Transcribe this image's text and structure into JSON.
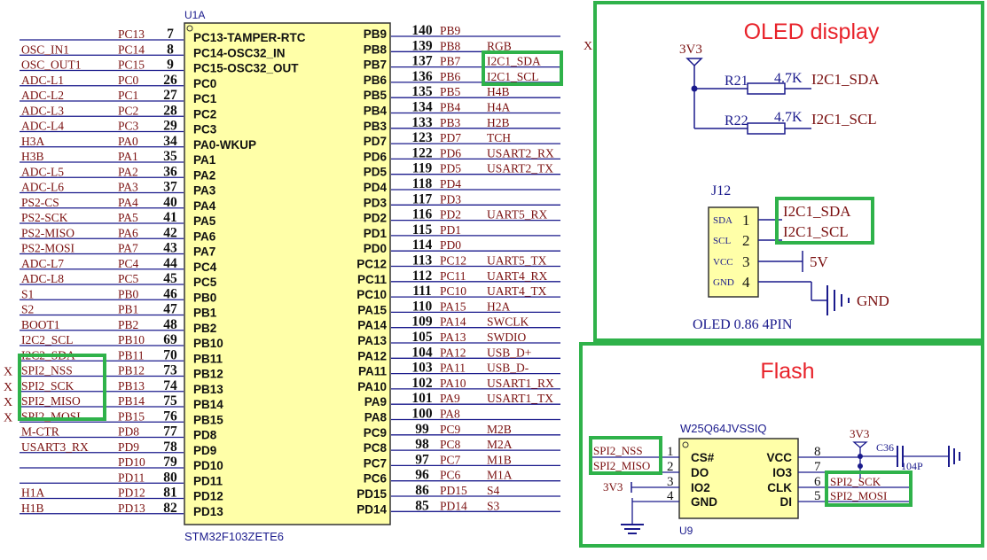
{
  "mcu": {
    "refdes": "U1A",
    "part": "STM32F103ZETE6",
    "left_pins": [
      {
        "net": "",
        "pin": "PC13",
        "num": "7",
        "name": "PC13-TAMPER-RTC"
      },
      {
        "net": "OSC_IN1",
        "pin": "PC14",
        "num": "8",
        "name": "PC14-OSC32_IN"
      },
      {
        "net": "OSC_OUT1",
        "pin": "PC15",
        "num": "9",
        "name": "PC15-OSC32_OUT"
      },
      {
        "net": "ADC-L1",
        "pin": "PC0",
        "num": "26",
        "name": "PC0"
      },
      {
        "net": "ADC-L2",
        "pin": "PC1",
        "num": "27",
        "name": "PC1"
      },
      {
        "net": "ADC-L3",
        "pin": "PC2",
        "num": "28",
        "name": "PC2"
      },
      {
        "net": "ADC-L4",
        "pin": "PC3",
        "num": "29",
        "name": "PC3"
      },
      {
        "net": "H3A",
        "pin": "PA0",
        "num": "34",
        "name": "PA0-WKUP"
      },
      {
        "net": "H3B",
        "pin": "PA1",
        "num": "35",
        "name": "PA1"
      },
      {
        "net": "ADC-L5",
        "pin": "PA2",
        "num": "36",
        "name": "PA2"
      },
      {
        "net": "ADC-L6",
        "pin": "PA3",
        "num": "37",
        "name": "PA3"
      },
      {
        "net": "PS2-CS",
        "pin": "PA4",
        "num": "40",
        "name": "PA4"
      },
      {
        "net": "PS2-SCK",
        "pin": "PA5",
        "num": "41",
        "name": "PA5"
      },
      {
        "net": "PS2-MISO",
        "pin": "PA6",
        "num": "42",
        "name": "PA6"
      },
      {
        "net": "PS2-MOSI",
        "pin": "PA7",
        "num": "43",
        "name": "PA7"
      },
      {
        "net": "ADC-L7",
        "pin": "PC4",
        "num": "44",
        "name": "PC4"
      },
      {
        "net": "ADC-L8",
        "pin": "PC5",
        "num": "45",
        "name": "PC5"
      },
      {
        "net": "S1",
        "pin": "PB0",
        "num": "46",
        "name": "PB0"
      },
      {
        "net": "S2",
        "pin": "PB1",
        "num": "47",
        "name": "PB1"
      },
      {
        "net": "BOOT1",
        "pin": "PB2",
        "num": "48",
        "name": "PB2"
      },
      {
        "net": "I2C2_SCL",
        "pin": "PB10",
        "num": "69",
        "name": "PB10"
      },
      {
        "net": "I2C2_SDA",
        "pin": "PB11",
        "num": "70",
        "name": "PB11"
      },
      {
        "net": "SPI2_NSS",
        "pin": "PB12",
        "num": "73",
        "name": "PB12"
      },
      {
        "net": "SPI2_SCK",
        "pin": "PB13",
        "num": "74",
        "name": "PB13"
      },
      {
        "net": "SPI2_MISO",
        "pin": "PB14",
        "num": "75",
        "name": "PB14"
      },
      {
        "net": "SPI2_MOSI",
        "pin": "PB15",
        "num": "76",
        "name": "PB15"
      },
      {
        "net": "M-CTR",
        "pin": "PD8",
        "num": "77",
        "name": "PD8"
      },
      {
        "net": "USART3_RX",
        "pin": "PD9",
        "num": "78",
        "name": "PD9"
      },
      {
        "net": "",
        "pin": "PD10",
        "num": "79",
        "name": "PD10"
      },
      {
        "net": "",
        "pin": "PD11",
        "num": "80",
        "name": "PD11"
      },
      {
        "net": "H1A",
        "pin": "PD12",
        "num": "81",
        "name": "PD12"
      },
      {
        "net": "H1B",
        "pin": "PD13",
        "num": "82",
        "name": "PD13"
      }
    ],
    "right_pins": [
      {
        "name": "PB9",
        "num": "140",
        "pin": "PB9",
        "net": ""
      },
      {
        "name": "PB8",
        "num": "139",
        "pin": "PB8",
        "net": "RGB"
      },
      {
        "name": "PB7",
        "num": "137",
        "pin": "PB7",
        "net": "I2C1_SDA"
      },
      {
        "name": "PB6",
        "num": "136",
        "pin": "PB6",
        "net": "I2C1_SCL"
      },
      {
        "name": "PB5",
        "num": "135",
        "pin": "PB5",
        "net": "H4B"
      },
      {
        "name": "PB4",
        "num": "134",
        "pin": "PB4",
        "net": "H4A"
      },
      {
        "name": "PB3",
        "num": "133",
        "pin": "PB3",
        "net": "H2B"
      },
      {
        "name": "PD7",
        "num": "123",
        "pin": "PD7",
        "net": "TCH"
      },
      {
        "name": "PD6",
        "num": "122",
        "pin": "PD6",
        "net": "USART2_RX"
      },
      {
        "name": "PD5",
        "num": "119",
        "pin": "PD5",
        "net": "USART2_TX"
      },
      {
        "name": "PD4",
        "num": "118",
        "pin": "PD4",
        "net": ""
      },
      {
        "name": "PD3",
        "num": "117",
        "pin": "PD3",
        "net": ""
      },
      {
        "name": "PD2",
        "num": "116",
        "pin": "PD2",
        "net": "UART5_RX"
      },
      {
        "name": "PD1",
        "num": "115",
        "pin": "PD1",
        "net": ""
      },
      {
        "name": "PD0",
        "num": "114",
        "pin": "PD0",
        "net": ""
      },
      {
        "name": "PC12",
        "num": "113",
        "pin": "PC12",
        "net": "UART5_TX"
      },
      {
        "name": "PC11",
        "num": "112",
        "pin": "PC11",
        "net": "UART4_RX"
      },
      {
        "name": "PC10",
        "num": "111",
        "pin": "PC10",
        "net": "UART4_TX"
      },
      {
        "name": "PA15",
        "num": "110",
        "pin": "PA15",
        "net": "H2A"
      },
      {
        "name": "PA14",
        "num": "109",
        "pin": "PA14",
        "net": "SWCLK"
      },
      {
        "name": "PA13",
        "num": "105",
        "pin": "PA13",
        "net": "SWDIO"
      },
      {
        "name": "PA12",
        "num": "104",
        "pin": "PA12",
        "net": "USB_D+"
      },
      {
        "name": "PA11",
        "num": "103",
        "pin": "PA11",
        "net": "USB_D-"
      },
      {
        "name": "PA10",
        "num": "102",
        "pin": "PA10",
        "net": "USART1_RX"
      },
      {
        "name": "PA9",
        "num": "101",
        "pin": "PA9",
        "net": "USART1_TX"
      },
      {
        "name": "PA8",
        "num": "100",
        "pin": "PA8",
        "net": ""
      },
      {
        "name": "PC9",
        "num": "99",
        "pin": "PC9",
        "net": "M2B"
      },
      {
        "name": "PC8",
        "num": "98",
        "pin": "PC8",
        "net": "M2A"
      },
      {
        "name": "PC7",
        "num": "97",
        "pin": "PC7",
        "net": "M1B"
      },
      {
        "name": "PC6",
        "num": "96",
        "pin": "PC6",
        "net": "M1A"
      },
      {
        "name": "PD15",
        "num": "86",
        "pin": "PD15",
        "net": "S4"
      },
      {
        "name": "PD14",
        "num": "85",
        "pin": "PD14",
        "net": "S3"
      }
    ],
    "nc_mark": "X"
  },
  "oled": {
    "title": "OLED display",
    "supply": "3V3",
    "r21": {
      "ref": "R21",
      "value": "4.7K",
      "net": "I2C1_SDA"
    },
    "r22": {
      "ref": "R22",
      "value": "4.7K",
      "net": "I2C1_SCL"
    },
    "connector": {
      "ref": "J12",
      "label": "OLED 0.86 4PIN",
      "pins": [
        {
          "name": "SDA",
          "num": "1",
          "net": "I2C1_SDA"
        },
        {
          "name": "SCL",
          "num": "2",
          "net": "I2C1_SCL"
        },
        {
          "name": "VCC",
          "num": "3",
          "net": "5V"
        },
        {
          "name": "GND",
          "num": "4",
          "net": "GND"
        }
      ]
    }
  },
  "flash": {
    "title": "Flash",
    "part": "W25Q64JVSSIQ",
    "refdes": "U9",
    "supply": "3V3",
    "cap": {
      "ref": "C36",
      "value": "104P"
    },
    "left_pins": [
      {
        "net": "SPI2_NSS",
        "num": "1",
        "name": "CS#"
      },
      {
        "net": "SPI2_MISO",
        "num": "2",
        "name": "DO"
      },
      {
        "net": "3V3",
        "num": "3",
        "name": "IO2"
      },
      {
        "net": "",
        "num": "4",
        "name": "GND"
      }
    ],
    "right_pins": [
      {
        "name": "VCC",
        "num": "8",
        "net": ""
      },
      {
        "name": "IO3",
        "num": "7",
        "net": ""
      },
      {
        "name": "CLK",
        "num": "6",
        "net": "SPI2_SCK"
      },
      {
        "name": "DI",
        "num": "5",
        "net": "SPI2_MOSI"
      }
    ]
  },
  "colors": {
    "wire": "#1a1a8c",
    "net": "#7a1010",
    "body": "#ffffa8",
    "highlight": "#2fb24a",
    "title": "#e8222a"
  }
}
